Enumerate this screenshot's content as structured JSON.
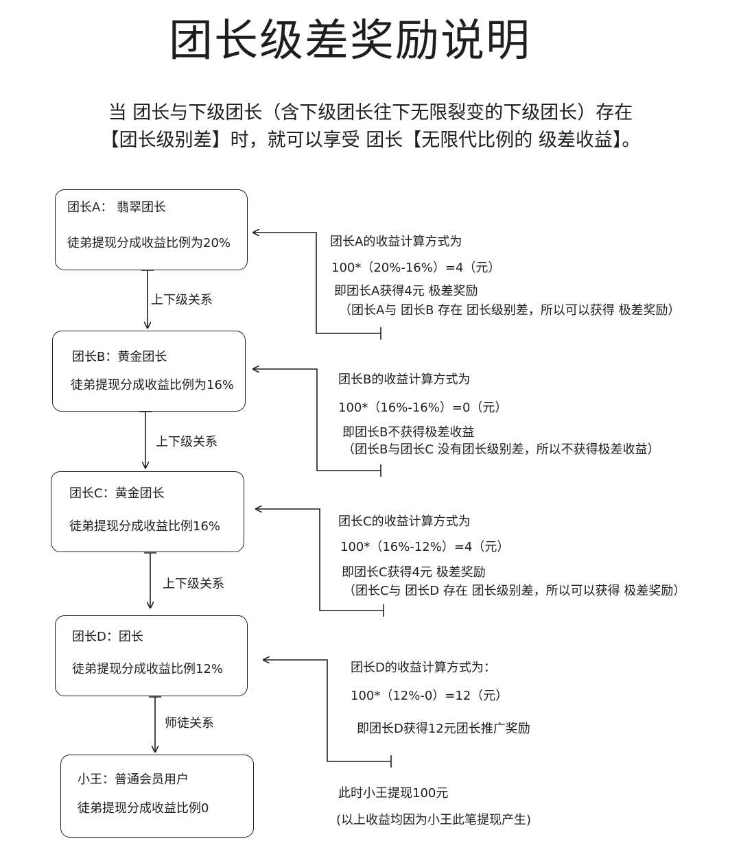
{
  "title": "团长级差奖励说明",
  "intro": {
    "line1": "当 团长与下级团长（含下级团长往下无限裂变的下级团长）存在",
    "line2": "【团长级别差】时，就可以享受 团长【无限代比例的 级差收益】。"
  },
  "boxes": [
    {
      "name": "团长A：  翡翠团长",
      "ratio": "徒弟提现分成收益比例为20%"
    },
    {
      "name": "团长B：黄金团长",
      "ratio": "徒弟提现分成收益比例为16%"
    },
    {
      "name": "团长C：黄金团长",
      "ratio": "徒弟提现分成收益比例16%"
    },
    {
      "name": "团长D：团长",
      "ratio": "徒弟提现分成收益比例12%"
    },
    {
      "name": "小王：普通会员用户",
      "ratio": "徒弟提现分成收益比例0"
    }
  ],
  "relations": [
    "上下级关系",
    "上下级关系",
    "上下级关系",
    "师徒关系"
  ],
  "notes": [
    {
      "head": "团长A的收益计算方式为",
      "formula": "100*（20%-16%）=4（元）",
      "result": "即团长A获得4元 极差奖励",
      "reason": "（团长A与 团长B 存在 团长级别差，所以可以获得 极差奖励）"
    },
    {
      "head": "团长B的收益计算方式为",
      "formula": "100*（16%-16%）=0（元）",
      "result": "即团长B不获得极差收益",
      "reason": "（团长B与团长C 没有团长级别差，所以不获得极差收益）"
    },
    {
      "head": "团长C的收益计算方式为",
      "formula": "100*（16%-12%）=4（元）",
      "result": "即团长C获得4元 极差奖励",
      "reason": "（团长C与 团长D 存在 团长级别差，所以可以获得 极差奖励）"
    },
    {
      "head": "团长D的收益计算方式为：",
      "formula": "100*（12%-0）=12（元）",
      "result": "即团长D获得12元团长推广奖励",
      "reason": ""
    }
  ],
  "footer": {
    "line1": "此时小王提现100元",
    "line2": "(以上收益均因为小王此笔提现产生)"
  }
}
